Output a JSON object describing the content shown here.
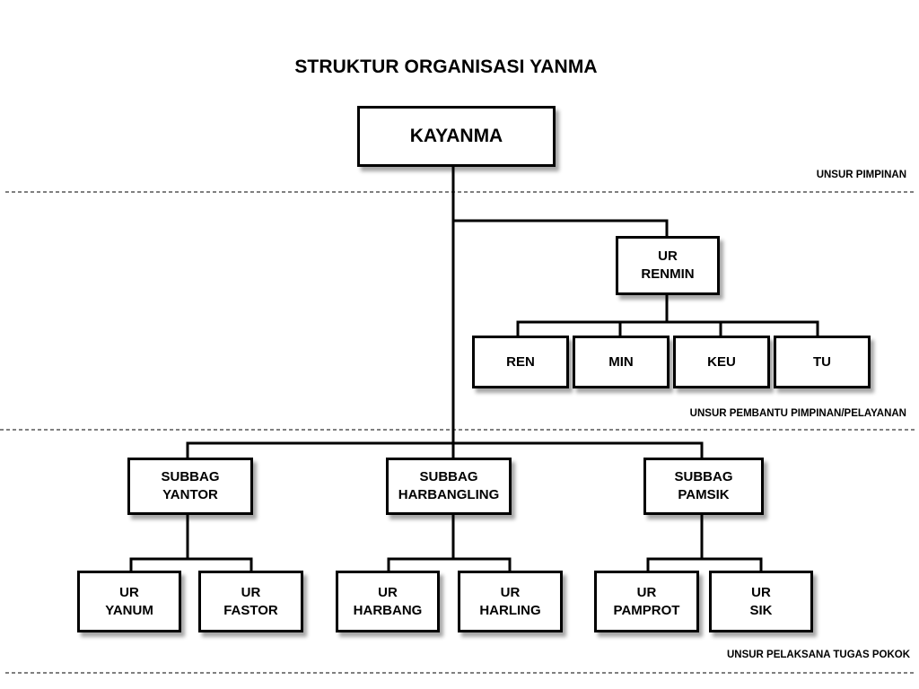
{
  "diagram": {
    "title": "STRUKTUR ORGANISASI YANMA",
    "sections": {
      "pimpinan": "UNSUR PIMPINAN",
      "pembantu": "UNSUR  PEMBANTU PIMPINAN/PELAYANAN",
      "pelaksana": "UNSUR PELAKSANA TUGAS POKOK"
    },
    "nodes": {
      "kayanma": {
        "line1": "KAYANMA",
        "line2": ""
      },
      "ur_renmin": {
        "line1": "UR",
        "line2": "RENMIN"
      },
      "ren": {
        "line1": "REN",
        "line2": ""
      },
      "min": {
        "line1": "MIN",
        "line2": ""
      },
      "keu": {
        "line1": "KEU",
        "line2": ""
      },
      "tu": {
        "line1": "TU",
        "line2": ""
      },
      "subbag_yantor": {
        "line1": "SUBBAG",
        "line2": "YANTOR"
      },
      "subbag_harbangling": {
        "line1": "SUBBAG",
        "line2": "HARBANGLING"
      },
      "subbag_pamsik": {
        "line1": "SUBBAG",
        "line2": "PAMSIK"
      },
      "ur_yanum": {
        "line1": "UR",
        "line2": "YANUM"
      },
      "ur_fastor": {
        "line1": "UR",
        "line2": "FASTOR"
      },
      "ur_harbang": {
        "line1": "UR",
        "line2": "HARBANG"
      },
      "ur_harling": {
        "line1": "UR",
        "line2": "HARLING"
      },
      "ur_pamprot": {
        "line1": "UR",
        "line2": "PAMPROT"
      },
      "ur_sik": {
        "line1": "UR",
        "line2": "SIK"
      }
    },
    "edges": [
      [
        "kayanma",
        "ur_renmin"
      ],
      [
        "ur_renmin",
        "ren"
      ],
      [
        "ur_renmin",
        "min"
      ],
      [
        "ur_renmin",
        "keu"
      ],
      [
        "ur_renmin",
        "tu"
      ],
      [
        "kayanma",
        "subbag_yantor"
      ],
      [
        "kayanma",
        "subbag_harbangling"
      ],
      [
        "kayanma",
        "subbag_pamsik"
      ],
      [
        "subbag_yantor",
        "ur_yanum"
      ],
      [
        "subbag_yantor",
        "ur_fastor"
      ],
      [
        "subbag_harbangling",
        "ur_harbang"
      ],
      [
        "subbag_harbangling",
        "ur_harling"
      ],
      [
        "subbag_pamsik",
        "ur_pamprot"
      ],
      [
        "subbag_pamsik",
        "ur_sik"
      ]
    ]
  }
}
